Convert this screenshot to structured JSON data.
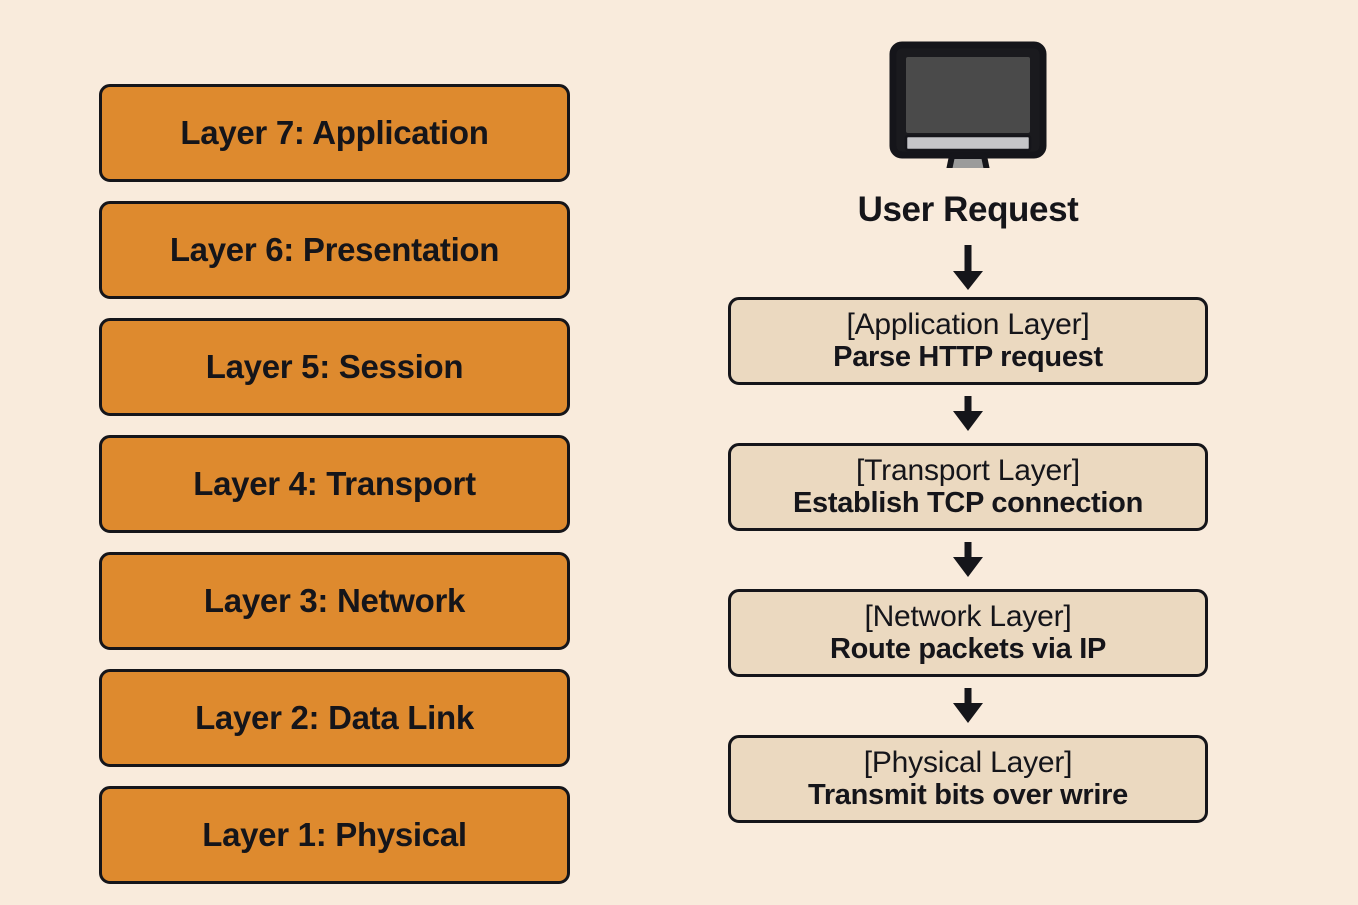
{
  "diagram": {
    "background_color": "#f9ebdc",
    "ink_color": "#15151a"
  },
  "osi_stack": {
    "box_color": "#de8a2e",
    "layers": [
      {
        "label": "Layer 7: Application"
      },
      {
        "label": "Layer 6: Presentation"
      },
      {
        "label": "Layer 5: Session"
      },
      {
        "label": "Layer 4: Transport"
      },
      {
        "label": "Layer 3: Network"
      },
      {
        "label": "Layer 2: Data Link"
      },
      {
        "label": "Layer 1: Physical"
      }
    ]
  },
  "flow": {
    "box_color": "#ebd9c0",
    "source": {
      "icon": "desktop-monitor-icon",
      "screen_color": "#4a4a4a",
      "chin_color": "#c5c5c8",
      "stand_color": "#9b9b9b",
      "caption": "User Request"
    },
    "entry_arrow": "down-arrow-icon",
    "steps": [
      {
        "title": "[Application Layer]",
        "desc": "Parse HTTP request",
        "arrow_after": "down-arrow-icon"
      },
      {
        "title": "[Transport Layer]",
        "desc": "Establish TCP connection",
        "arrow_after": "down-arrow-icon"
      },
      {
        "title": "[Network Layer]",
        "desc": "Route packets via IP",
        "arrow_after": "down-arrow-icon"
      },
      {
        "title": "[Physical Layer]",
        "desc": "Transmit bits over wrire",
        "arrow_after": null
      }
    ]
  }
}
